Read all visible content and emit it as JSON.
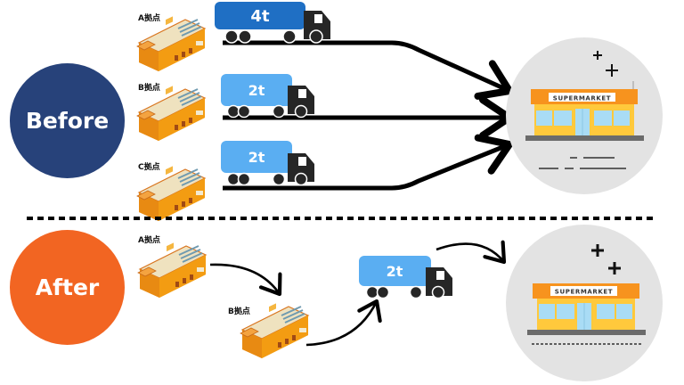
{
  "before": {
    "label": "Before",
    "color": "#27427a",
    "sites": [
      {
        "label": "A拠点",
        "truck_capacity": "4t",
        "truck_color": "#1f6fc4"
      },
      {
        "label": "B拠点",
        "truck_capacity": "2t",
        "truck_color": "#5aaef2"
      },
      {
        "label": "C拠点",
        "truck_capacity": "2t",
        "truck_color": "#5aaef2"
      }
    ],
    "destination": {
      "sign": "SUPERMARKET"
    }
  },
  "after": {
    "label": "After",
    "color": "#f26522",
    "sites": [
      {
        "label": "A拠点"
      },
      {
        "label": "B拠点"
      }
    ],
    "truck_capacity": "2t",
    "truck_color": "#5aaef2",
    "destination": {
      "sign": "SUPERMARKET"
    }
  },
  "colors": {
    "store_orange": "#f7931e",
    "store_yellow": "#ffc93c",
    "store_glass": "#a9dcf5",
    "circle_bg": "#e3e3e3"
  }
}
